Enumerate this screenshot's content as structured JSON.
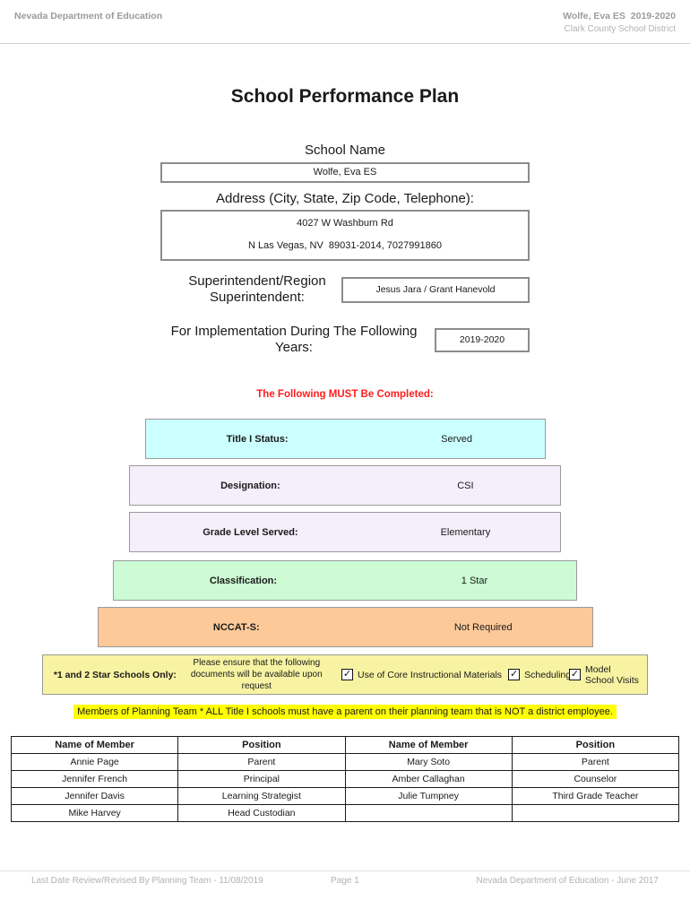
{
  "header": {
    "left": "Nevada Department of Education",
    "school_year": "Wolfe, Eva ES  2019-2020",
    "district": "Clark County School District"
  },
  "title": "School Performance Plan",
  "form": {
    "school_name_label": "School Name",
    "school_name_value": "Wolfe, Eva ES",
    "address_label": "Address (City, State, Zip Code, Telephone):",
    "address_line1": "4027 W Washburn Rd",
    "address_line2": "N Las Vegas, NV  89031-2014, 7027991860",
    "superintendent_label": "Superintendent/Region\nSuperintendent:",
    "superintendent_value": "Jesus Jara / Grant Hanevold",
    "implementation_label": "For Implementation During The Following Years:",
    "implementation_value": "2019-2020"
  },
  "completion": {
    "heading": "The Following MUST Be Completed:",
    "heading_color": "#ff1e1e",
    "rows": [
      {
        "label": "Title I Status:",
        "value": "Served",
        "color": "#ccffff"
      },
      {
        "label": "Designation:",
        "value": "CSI",
        "color": "#f5eefb"
      },
      {
        "label": "Grade Level Served:",
        "value": "Elementary",
        "color": "#f5eefb"
      },
      {
        "label": "Classification:",
        "value": "1 Star",
        "color": "#ccfbd4"
      },
      {
        "label": "NCCAT-S:",
        "value": "Not Required",
        "color": "#fdc998"
      }
    ]
  },
  "star_schools": {
    "bg_color": "#f7f3a2",
    "label": "*1 and 2 Star Schools Only:",
    "note": "Please ensure that the following\ndocuments will be available upon request",
    "checkboxes": [
      {
        "label": "Use of Core Instructional Materials",
        "checked": true
      },
      {
        "label": "Scheduling",
        "checked": true
      },
      {
        "label": "Model School Visits",
        "checked": true
      }
    ]
  },
  "planning_note": {
    "text": "Members of Planning Team * ALL Title I schools must have a parent on their planning team that is NOT a district employee.",
    "highlight_color": "#ffff00"
  },
  "members_table": {
    "headers": [
      "Name of Member",
      "Position",
      "Name of Member",
      "Position"
    ],
    "rows": [
      [
        "Annie Page",
        "Parent",
        "Mary Soto",
        "Parent"
      ],
      [
        "Jennifer French",
        "Principal",
        "Amber Callaghan",
        "Counselor"
      ],
      [
        "Jennifer Davis",
        "Learning Strategist",
        "Julie Tumpney",
        "Third Grade Teacher"
      ],
      [
        "Mike Harvey",
        "Head Custodian",
        "",
        ""
      ]
    ]
  },
  "footer": {
    "left": "Last Date Review/Revised By Planning Team - 11/08/2019",
    "center": "Page 1",
    "right": "Nevada Department of Education - June 2017"
  }
}
